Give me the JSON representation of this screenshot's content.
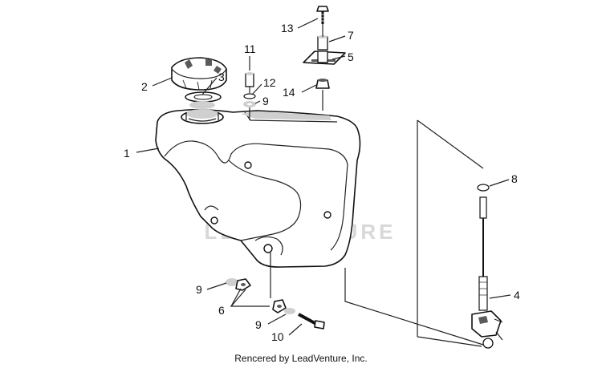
{
  "diagram": {
    "callouts": {
      "c1": "1",
      "c2": "2",
      "c3": "3",
      "c4": "4",
      "c5": "5",
      "c6": "6",
      "c7": "7",
      "c8": "8",
      "c9a": "9",
      "c9b": "9",
      "c9c": "9",
      "c10": "10",
      "c11": "11",
      "c12": "12",
      "c13": "13",
      "c14": "14"
    },
    "watermark": "LEADVENTURE",
    "footer": "Rencered by LeadVenture, Inc."
  }
}
